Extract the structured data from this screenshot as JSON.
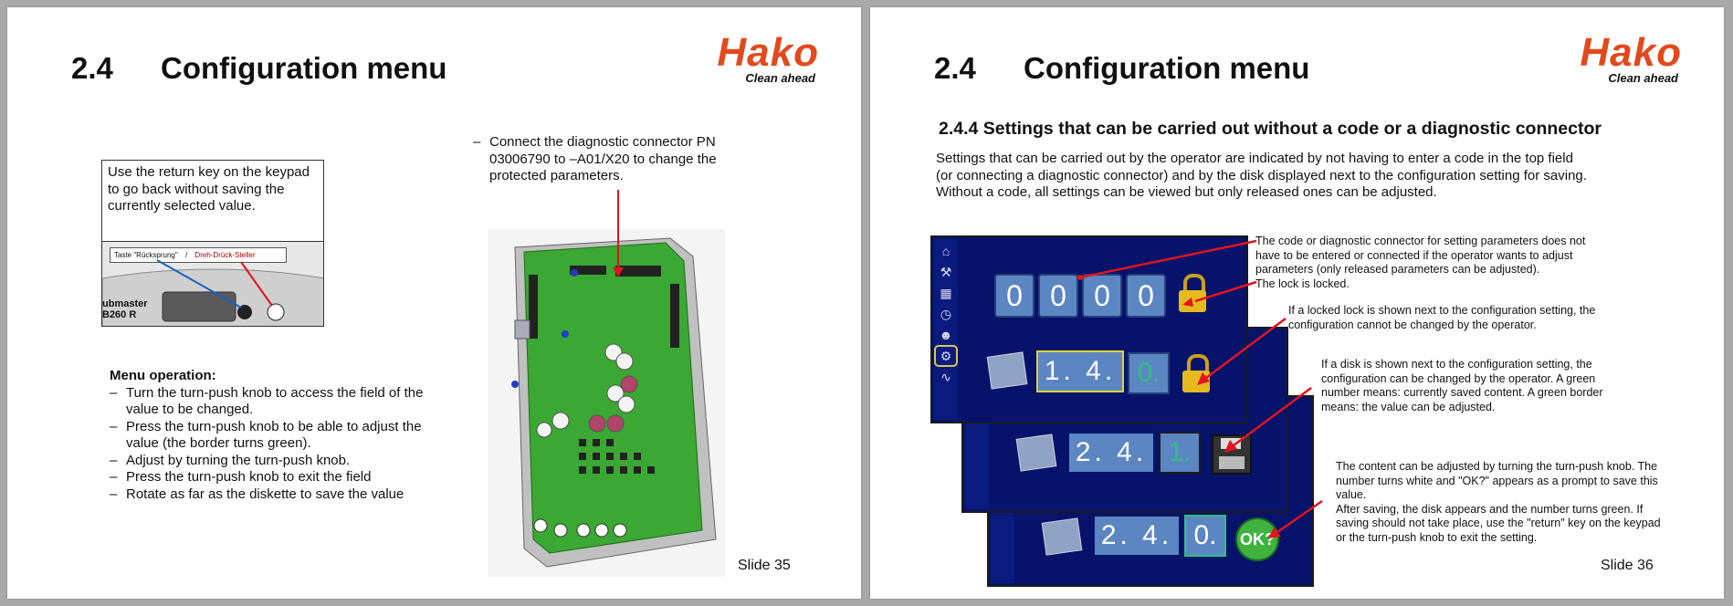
{
  "slide1": {
    "heading_number": "2.4",
    "heading_title": "Configuration menu",
    "logo_word": "Hako",
    "logo_tagline": "Clean ahead",
    "return_key_note": "Use the return key on the keypad to go back without saving the currently selected value.",
    "keypad_label_left": "Taste \"Rücksprung\"",
    "keypad_label_sep": "/",
    "keypad_label_right": "Dreh-Drück-Steller",
    "keypad_model_line1": "ubmaster",
    "keypad_model_line2": "B260 R",
    "connector_note": "Connect the diagnostic connector PN 03006790 to –A01/X20 to change the protected parameters.",
    "menu_heading": "Menu operation:",
    "menu_items": [
      "Turn the turn-push knob to access the field of the value to be changed.",
      "Press the turn-push knob to be able to adjust the value (the border turns green).",
      "Adjust by turning the turn-push knob.",
      "Press the turn-push knob to exit the field",
      "Rotate as far as the diskette to save the value"
    ],
    "slide_number": "Slide 35"
  },
  "slide2": {
    "heading_number": "2.4",
    "heading_title": "Configuration menu",
    "logo_word": "Hako",
    "logo_tagline": "Clean ahead",
    "subheading": "2.4.4 Settings that can be carried out without a code or a diagnostic connector",
    "intro_lines": [
      "Settings that can be carried out by the operator are indicated by not having to enter a code in the top field",
      "(or connecting a diagnostic connector) and by the disk displayed next to the configuration setting for saving.",
      "Without a code, all settings can be viewed but only released ones can be adjusted."
    ],
    "callout1": "The code or diagnostic connector for setting parameters does not have to be entered or connected if the operator wants to adjust parameters (only released parameters can be adjusted).",
    "callout1b": "The lock is locked.",
    "callout2": "If a locked lock is shown next to the configuration setting, the configuration cannot be changed by the operator.",
    "callout3": "If a disk is shown next to the configuration setting, the configuration can be changed by the operator. A green number means: currently saved content. A green border means: the value can be adjusted.",
    "callout4": "The content can be adjusted by turning the turn-push knob. The number turns white and \"OK?\" appears as a prompt to save this value.",
    "callout4b": "After saving, the disk appears and the number turns green. If saving should not take place, use the \"return\" key on the keypad or the turn-push knob to exit the setting.",
    "screen": {
      "code_digits": [
        "0",
        "0",
        "0",
        "0"
      ],
      "row1_value": "1. 4.",
      "row1_digit": "0.",
      "row2_value": "2. 4.",
      "row2_digit": "1.",
      "row3_value": "2. 4.",
      "row3_digit": "0.",
      "ok_label": "OK?"
    },
    "slide_number": "Slide 36"
  },
  "colors": {
    "logo": "#e2491d",
    "screen_bg": "#07136b",
    "field": "#5c86c2",
    "green_digit": "#2fbf7f",
    "arrow": "#e0141e",
    "board": "#3aa832"
  }
}
